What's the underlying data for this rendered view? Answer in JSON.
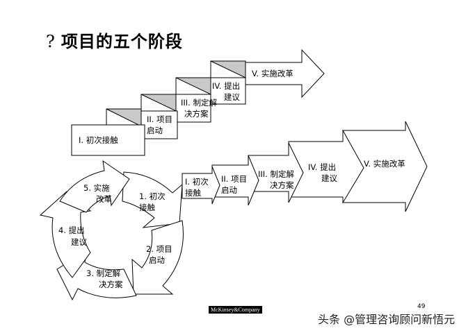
{
  "title": {
    "marker": "?",
    "text": "项目的五个阶段"
  },
  "staircase": {
    "stage1": "I. 初次接触",
    "stage2": [
      "II. 项目",
      "启动"
    ],
    "stage3": [
      "III. 制定解",
      "决方案"
    ],
    "stage4": [
      "IV. 提出",
      "建议"
    ],
    "stage5": "V. 实施改革"
  },
  "arrows": {
    "stage1": [
      "I. 初次",
      "接触"
    ],
    "stage2": [
      "II. 项目",
      "启动"
    ],
    "stage3": [
      "III. 制定解",
      "决方案"
    ],
    "stage4": [
      "IV. 提出",
      "建议"
    ],
    "stage5": "V. 实施改革"
  },
  "cycle": {
    "stage1": [
      "1. 初次",
      "接触"
    ],
    "stage2": [
      "2. 项目",
      "启动"
    ],
    "stage3": [
      "3.  制定解",
      "决方案"
    ],
    "stage4": [
      "4.  提出",
      "建议"
    ],
    "stage5": [
      "5.  实施",
      "改革"
    ]
  },
  "footer": {
    "logo": "McKinsey&Company",
    "page": "49",
    "watermark": "头条 @管理咨询顾问新悟元"
  }
}
